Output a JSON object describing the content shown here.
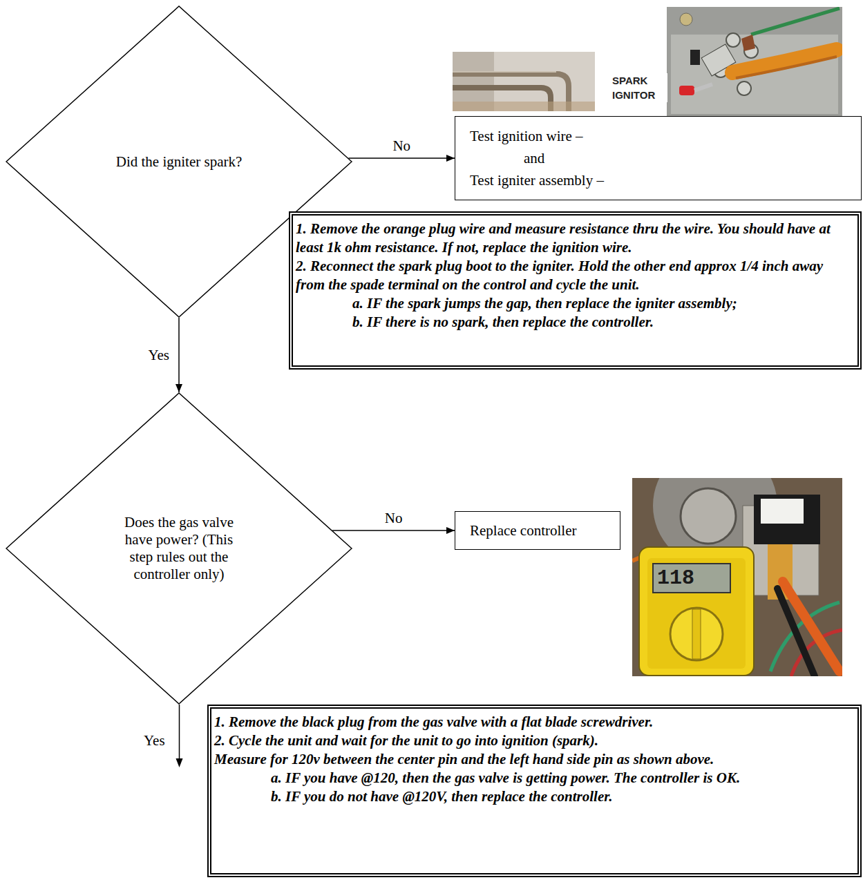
{
  "diagram": {
    "nodes": [
      {
        "text": [
          "Did the igniter spark?"
        ]
      },
      {
        "text": [
          "Test ignition wire –",
          "and",
          "Test igniter assembly –"
        ]
      },
      {
        "text": [
          "1. Remove the orange plug wire and measure resistance thru the wire. You should have at least 1k ohm resistance. If not, replace the ignition wire.",
          "2. Reconnect the spark plug boot to the igniter. Hold the other end approx 1/4 inch away from the spade terminal on the control and cycle the unit.",
          "a. IF the spark jumps the gap, then replace the igniter assembly;",
          "b. IF there is no spark, then replace the controller."
        ]
      },
      {
        "text": [
          "Does the gas valve have power? (This step rules out the controller only)"
        ]
      },
      {
        "text": [
          "Replace controller"
        ]
      },
      {
        "text": [
          "1. Remove the black plug from the gas valve with a flat blade screwdriver.",
          "2. Cycle the unit and wait for the unit to go into ignition (spark).",
          "Measure for 120v between the center pin and the left hand side pin as shown above.",
          "a. IF you have @120, then the gas valve is getting power. The controller is OK.",
          "b. IF you do not have @120V, then replace the controller."
        ]
      }
    ],
    "edges": [
      {
        "from": 0,
        "to": 1,
        "label": "No",
        "arrow": "to"
      },
      {
        "from": 0,
        "to": 3,
        "label": "Yes",
        "arrow": "to"
      },
      {
        "from": 3,
        "to": 4,
        "label": "No",
        "arrow": "to"
      }
    ],
    "labels": [
      "SPARK IGNITOR",
      "118",
      "Yes"
    ]
  }
}
